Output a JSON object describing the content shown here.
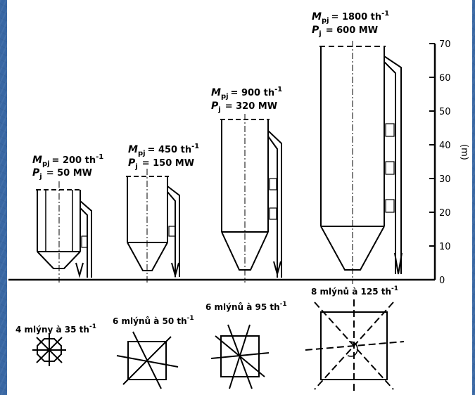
{
  "boilers": [
    {
      "M_symbol": "M",
      "M_sub": "pj",
      "M_value": "= 200 th",
      "M_sup": "-1",
      "P_symbol": "P",
      "P_sub": "j",
      "P_value": "= 50 MW",
      "mills": "4 mlýny à 35 th",
      "mills_sup": "-1"
    },
    {
      "M_symbol": "M",
      "M_sub": "pj",
      "M_value": "= 450 th",
      "M_sup": "-1",
      "P_symbol": "P",
      "P_sub": "j",
      "P_value": "= 150 MW",
      "mills": "6 mlýnů à 50 th",
      "mills_sup": "-1"
    },
    {
      "M_symbol": "M",
      "M_sub": "pj",
      "M_value": "= 900 th",
      "M_sup": "-1",
      "P_symbol": "P",
      "P_sub": "j",
      "P_value": "= 320 MW",
      "mills": "6 mlýnů à 95 th",
      "mills_sup": "-1"
    },
    {
      "M_symbol": "M",
      "M_sub": "pj",
      "M_value": "= 1800 th",
      "M_sup": "-1",
      "P_symbol": "P",
      "P_sub": "j",
      "P_value": "= 600 MW",
      "mills": "8 mlýnů à 125 th",
      "mills_sup": "-1"
    }
  ],
  "height_axis": {
    "label": "(m)",
    "ticks": [
      "0",
      "10",
      "20",
      "30",
      "40",
      "50",
      "60",
      "70"
    ]
  }
}
